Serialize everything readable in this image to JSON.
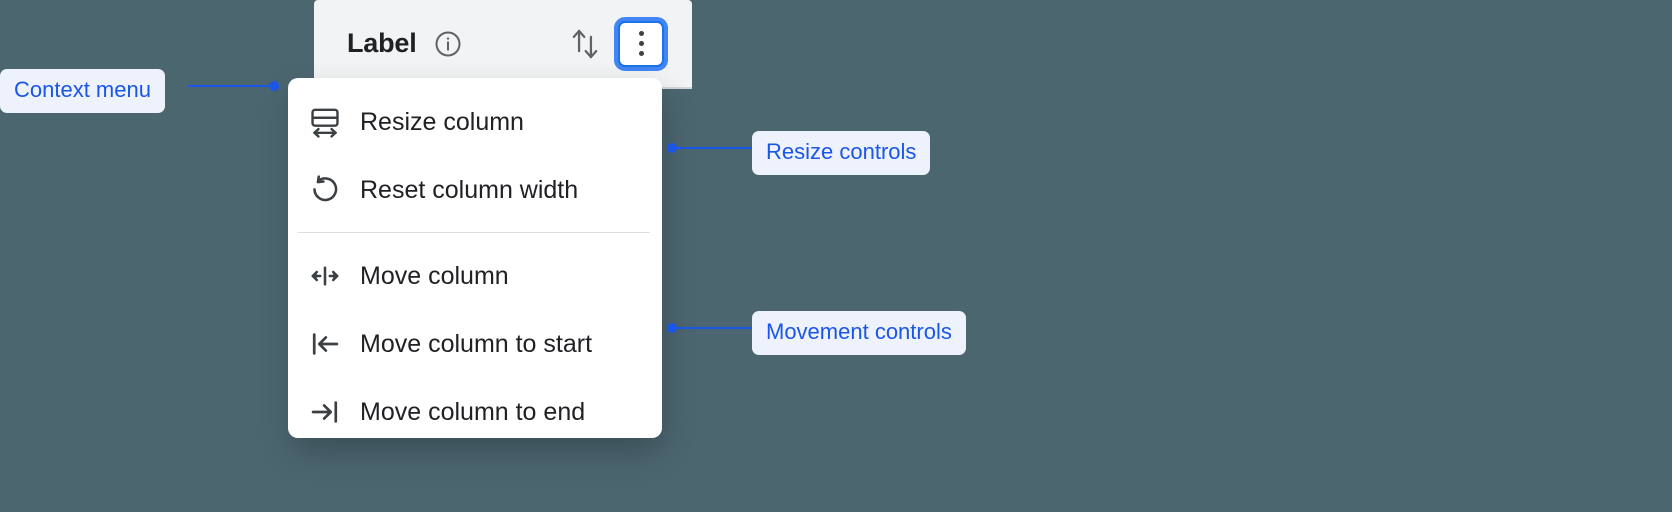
{
  "colors": {
    "background": "#4c6670",
    "header_bg": "#f1f3f4",
    "menu_bg": "#ffffff",
    "accent_blue": "#1a73e8",
    "focus_ring": "#4285f4",
    "annotation_text": "#1a56e8",
    "annotation_pill_bg": "#eef2fc",
    "menu_text": "#202124",
    "icon_color": "#3c4043",
    "divider": "#dadce0"
  },
  "column_header": {
    "title": "Label",
    "info_icon": "info-circle-icon",
    "sort_icon": "sort-up-down-icon",
    "menu_button_icon": "kebab-vertical-icon"
  },
  "context_menu": {
    "groups": [
      {
        "name": "resize-controls",
        "items": [
          {
            "icon": "resize-column-icon",
            "label": "Resize column"
          },
          {
            "icon": "reset-width-icon",
            "label": "Reset column width"
          }
        ]
      },
      {
        "name": "movement-controls",
        "items": [
          {
            "icon": "move-column-icon",
            "label": "Move column"
          },
          {
            "icon": "move-to-start-icon",
            "label": "Move column to start"
          },
          {
            "icon": "move-to-end-icon",
            "label": "Move column to end"
          }
        ]
      }
    ]
  },
  "annotations": [
    {
      "id": "context-menu",
      "label": "Context menu"
    },
    {
      "id": "resize-controls",
      "label": "Resize controls"
    },
    {
      "id": "movement-controls",
      "label": "Movement controls"
    }
  ]
}
